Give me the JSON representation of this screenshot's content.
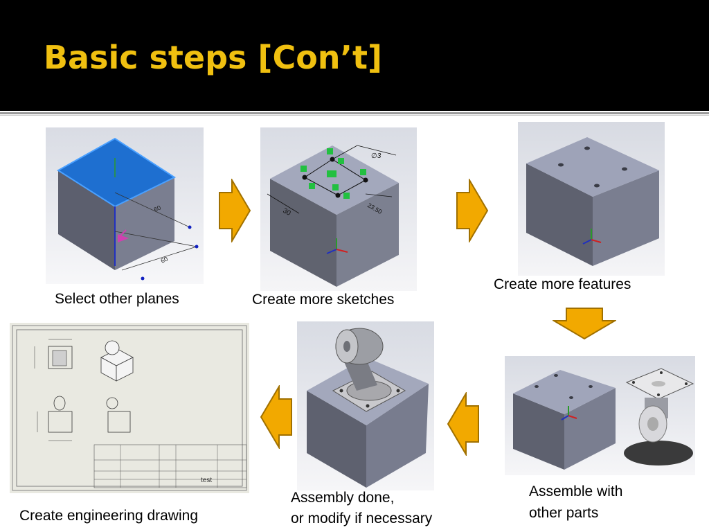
{
  "slide": {
    "title": "Basic steps [Con’t]"
  },
  "steps": [
    {
      "caption": "Select other planes"
    },
    {
      "caption": "Create more sketches"
    },
    {
      "caption": "Create more features"
    },
    {
      "caption": "Assemble with",
      "caption2": "other parts"
    },
    {
      "caption": "Assembly done,",
      "caption2": "or modify if necessary"
    },
    {
      "caption": "Create engineering drawing"
    }
  ],
  "drawing": {
    "title_text": "test"
  },
  "colors": {
    "header_bg": "#000000",
    "title": "#f0c010",
    "arrow_fill": "#f2a900",
    "arrow_stroke": "#a07000",
    "selected_plane": "#1e6fd0",
    "cube_top": "#9098b0",
    "cube_left": "#5a5e6e",
    "cube_right": "#767a8c"
  },
  "icons": {
    "flow_arrow": "block-arrow-icon"
  }
}
